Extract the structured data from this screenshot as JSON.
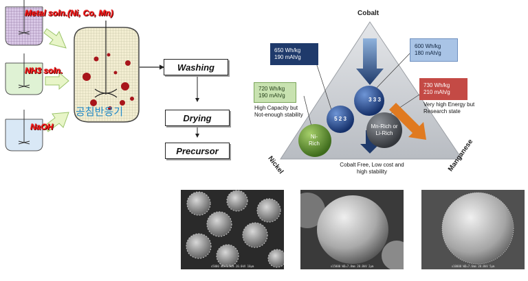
{
  "left_process": {
    "tanks": [
      {
        "label": "Metal soln.(Ni, Co, Mn)"
      },
      {
        "label": "NH3 soln."
      },
      {
        "label": "NaOH"
      }
    ],
    "reactor_label": "공침반응기",
    "steps": [
      "Washing",
      "Drying",
      "Precursor"
    ]
  },
  "triangle": {
    "vertices": {
      "top": "Cobalt",
      "left": "Nickel",
      "right": "Manganese"
    },
    "spheres": [
      {
        "label": "3 3 3"
      },
      {
        "label": "5 2 3"
      },
      {
        "label": "Ni-Rich"
      },
      {
        "label": "Mn-Rich or Li-Rich"
      }
    ],
    "boxes": [
      {
        "line1": "650 Wh/kg",
        "line2": "190 mAh/g"
      },
      {
        "line1": "600 Wh/kg",
        "line2": "180 mAh/g"
      },
      {
        "line1": "720 Wh/kg",
        "line2": "190 mAh/g"
      },
      {
        "line1": "730 Wh/kg",
        "line2": "210 mAh/g"
      }
    ],
    "notes": {
      "left": "High Capacity but Not-enough stability",
      "right": "Very high Energy but Research state",
      "bottom": "Cobalt Free, Low cost and high stability"
    }
  },
  "sem_images": [
    {
      "scale_text": "x5000 WD=7.5mm 20.0kV 10μm"
    },
    {
      "scale_text": "x15000 WD=7.8mm 20.0kV 2μm"
    },
    {
      "scale_text": "x10000 WD=7.6mm 20.0kV 5μm"
    }
  ],
  "colors": {
    "label_red": "#ff1a1a",
    "korean_blue": "#1e88c8",
    "triangle_fill": "#c9ccd0",
    "arrow_navy": "#1f3a6b",
    "arrow_orange": "#e07a20"
  }
}
